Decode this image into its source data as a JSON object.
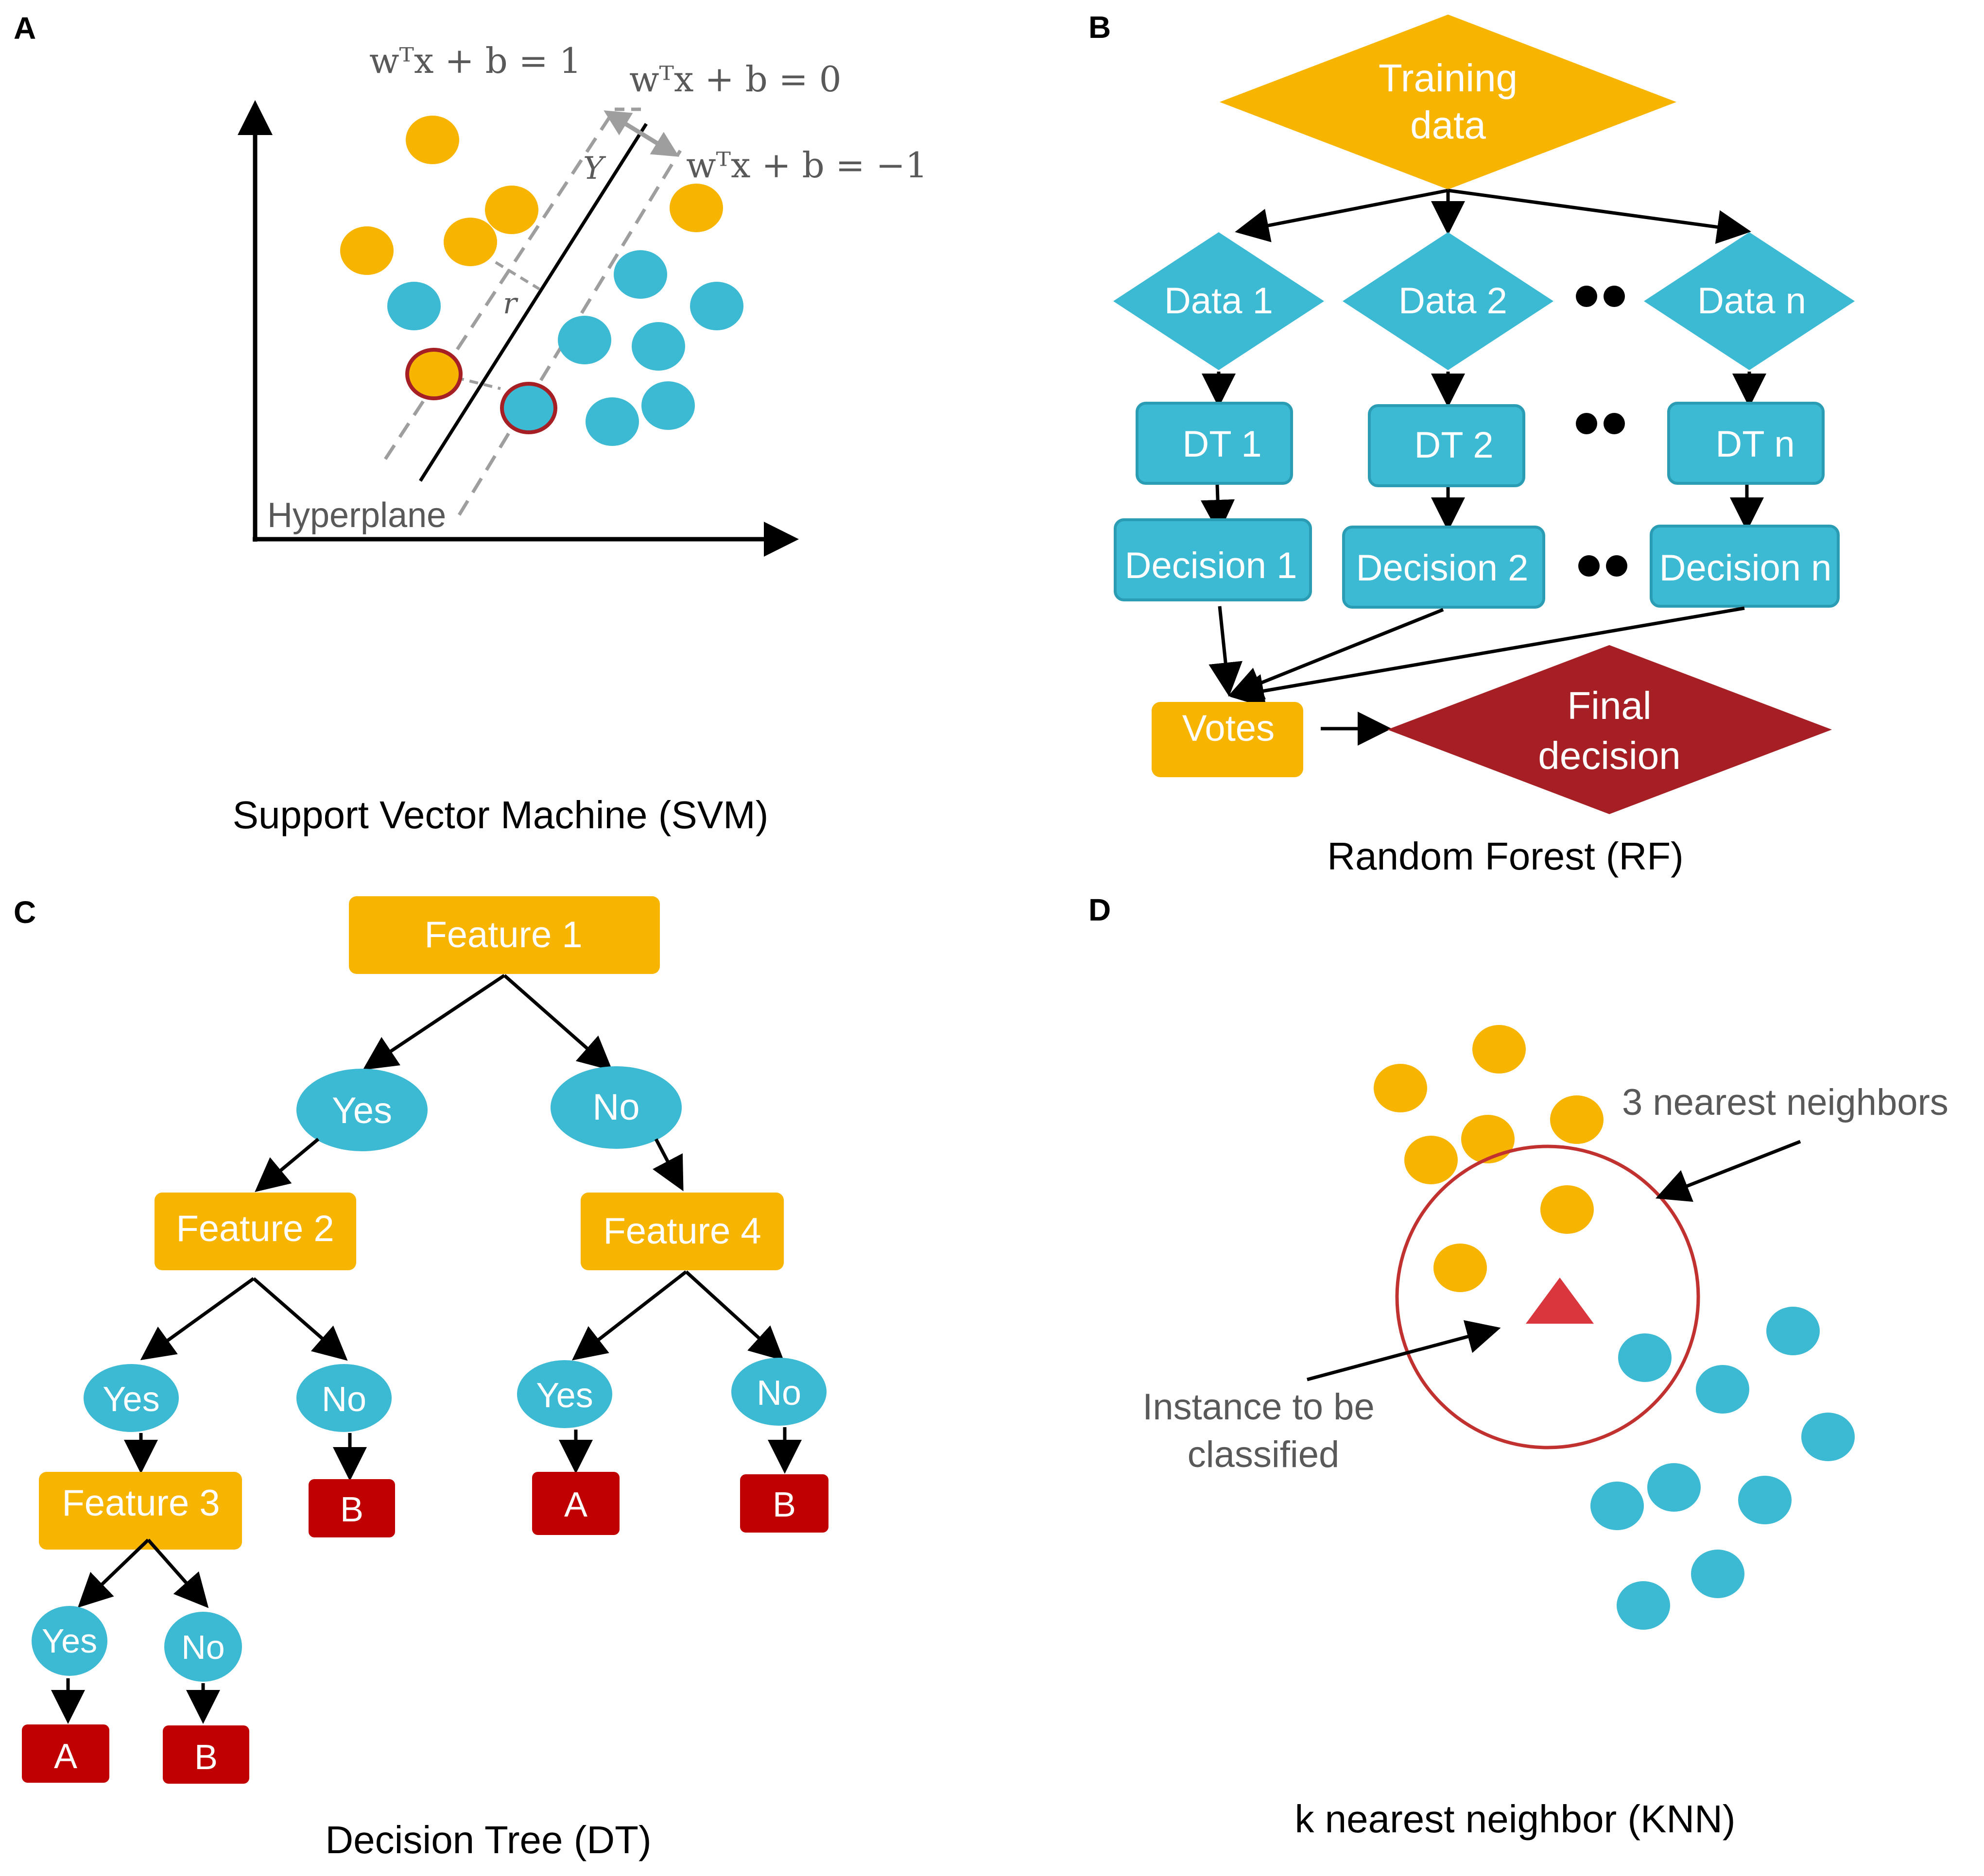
{
  "colors": {
    "yellow": "#F7B400",
    "blue": "#3CB9D3",
    "red": "#C00000",
    "dark_red": "#A51F24",
    "triangle": "#D9363E",
    "gray_text": "#595959",
    "dash": "#9E9E9E",
    "black": "#000000",
    "white": "#FFFFFF"
  },
  "panel_a": {
    "letter": "A",
    "caption": "Support Vector Machine (SVM)",
    "eq_plus": "wᵀx + b = 1",
    "eq_zero": "wᵀx + b = 0",
    "eq_minus": "wᵀx + b = −1",
    "label_y": "Y",
    "label_r": "r",
    "hyperplane_label": "Hyperplane"
  },
  "panel_b": {
    "letter": "B",
    "caption": "Random Forest (RF)",
    "training_line1": "Training",
    "training_line2": "data",
    "data": [
      "Data 1",
      "Data 2",
      "Data n"
    ],
    "dt": [
      "DT 1",
      "DT 2",
      "DT n"
    ],
    "decision": [
      "Decision 1",
      "Decision 2",
      "Decision n"
    ],
    "votes": "Votes",
    "final_line1": "Final",
    "final_line2": "decision"
  },
  "panel_c": {
    "letter": "C",
    "caption": "Decision Tree (DT)",
    "feature1": "Feature 1",
    "feature2": "Feature 2",
    "feature3": "Feature 3",
    "feature4": "Feature 4",
    "yes": "Yes",
    "no": "No",
    "leaf_a": "A",
    "leaf_b": "B"
  },
  "panel_d": {
    "letter": "D",
    "caption": "k nearest neighbor (KNN)",
    "neighbors_label": "3 nearest neighbors",
    "instance_line1": "Instance to be",
    "instance_line2": "classified"
  }
}
